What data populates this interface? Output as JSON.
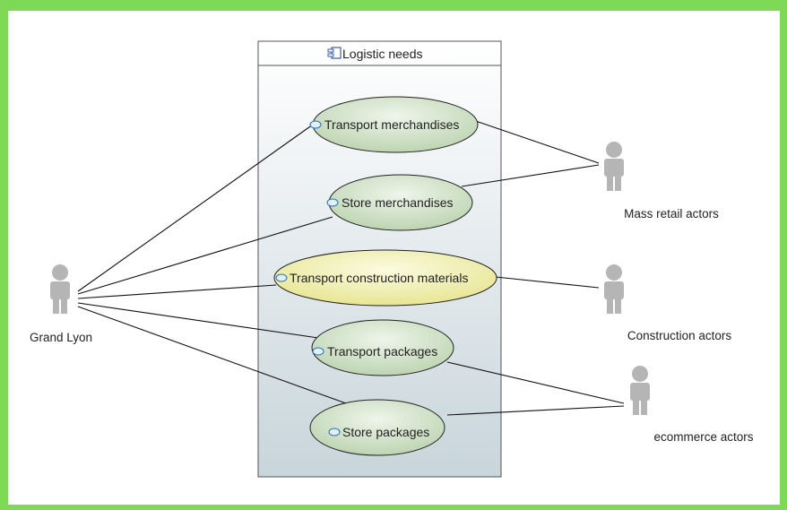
{
  "system": {
    "title": "Logistic needs",
    "icon": "component-icon"
  },
  "use_cases": [
    {
      "id": "uc1",
      "label": "Transport merchandises",
      "highlighted": false
    },
    {
      "id": "uc2",
      "label": "Store merchandises",
      "highlighted": false
    },
    {
      "id": "uc3",
      "label": "Transport construction materials",
      "highlighted": true
    },
    {
      "id": "uc4",
      "label": "Transport packages",
      "highlighted": false
    },
    {
      "id": "uc5",
      "label": "Store packages",
      "highlighted": false
    }
  ],
  "actors": [
    {
      "id": "grand-lyon",
      "label": "Grand Lyon"
    },
    {
      "id": "mass-retail",
      "label": "Mass retail actors"
    },
    {
      "id": "construction",
      "label": "Construction actors"
    },
    {
      "id": "ecommerce",
      "label": "ecommerce actors"
    }
  ],
  "associations": [
    [
      "grand-lyon",
      "uc1"
    ],
    [
      "grand-lyon",
      "uc2"
    ],
    [
      "grand-lyon",
      "uc3"
    ],
    [
      "grand-lyon",
      "uc4"
    ],
    [
      "grand-lyon",
      "uc5"
    ],
    [
      "mass-retail",
      "uc1"
    ],
    [
      "mass-retail",
      "uc2"
    ],
    [
      "construction",
      "uc3"
    ],
    [
      "ecommerce",
      "uc4"
    ],
    [
      "ecommerce",
      "uc5"
    ]
  ],
  "colors": {
    "frame": "#7ed957",
    "usecase_fill": "#c9dcc0",
    "usecase_highlight": "#f2f0a8",
    "actor": "#b5b5b5",
    "line": "#111111"
  }
}
